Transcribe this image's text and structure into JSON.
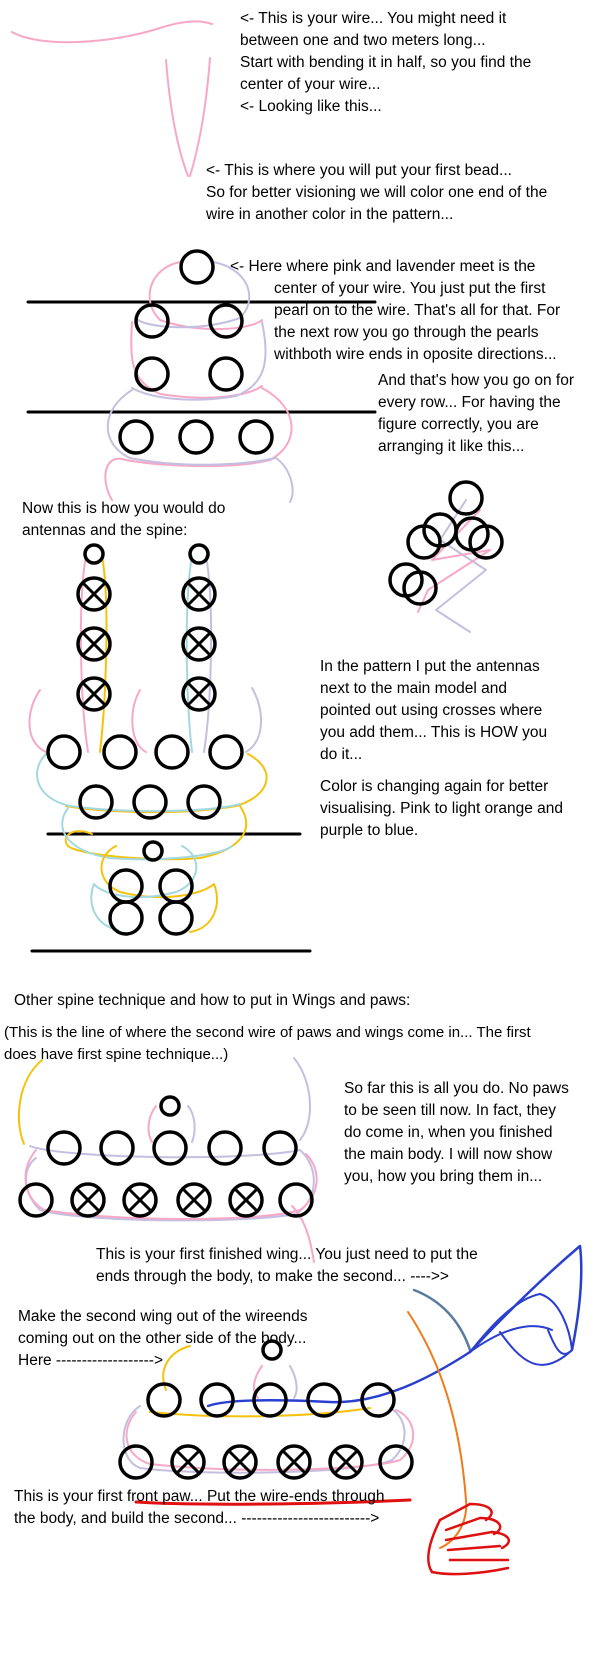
{
  "text": {
    "wire_intro": [
      "<- This is your wire... You might need it",
      "between one and two meters long...",
      "Start with bending it in half, so you find the",
      "center of your wire...",
      "<- Looking like this..."
    ],
    "first_bead": [
      "<- This is where you will put your first bead...",
      "So for better visioning we will color one end of the",
      "wire in another color in the pattern..."
    ],
    "center_lead": "<- Here where pink and lavender meet is the",
    "center_rest": [
      "center of your wire. You just put the first",
      "pearl on to the wire. That's all for that. For",
      "the next row you go through the pearls",
      "withboth wire ends in oposite directions..."
    ],
    "rows": [
      "And that's how you go on for",
      "every row... For having the",
      "figure correctly, you are",
      "arranging it like this..."
    ],
    "antennas": [
      "Now this is how you would do",
      "antennas and the spine:"
    ],
    "pattern": [
      "In the pattern I put the antennas",
      "next to the main model and",
      "pointed out using crosses where",
      "you add them... This is HOW you",
      "do it..."
    ],
    "color_change": [
      "Color is changing again for better",
      "visualising. Pink to light orange and",
      "purple to blue."
    ],
    "other_spine": "Other spine technique and how to put in Wings and paws:",
    "second_wire": [
      "(This is the line of where the second wire of paws and wings come in... The first",
      "does have first spine technique...)"
    ],
    "so_far": [
      "So far this is all you do. No paws",
      "to be seen till now. In fact, they",
      "do come in, when you finished",
      "the main body. I will now show",
      "you, how you bring them in..."
    ],
    "first_wing": [
      "This is your first finished wing... You just need to put the",
      "ends through the body, to make the second... ---->>"
    ],
    "second_wing": [
      "Make the second wing out of the wireends",
      "coming out on the other side of the body...",
      "Here ------------------->"
    ],
    "front_paw": [
      "This is your first front paw... Put the wire-ends through",
      "the body, and build the second... ------------------------->"
    ]
  },
  "colors": {
    "pink": "#f7a8c8",
    "lavender": "#c4bfe0",
    "orange": "#f4c20d",
    "light_blue": "#a4d8e0",
    "blue": "#2a3fd0",
    "wing_edge": "#5a7aa0",
    "paw_orange": "#f07a1a",
    "paw_red": "#e01010",
    "bead_outline": "#000000"
  },
  "icons": [
    "bead-circle",
    "bead-cross-marker",
    "wing-drawing",
    "paw-drawing"
  ]
}
